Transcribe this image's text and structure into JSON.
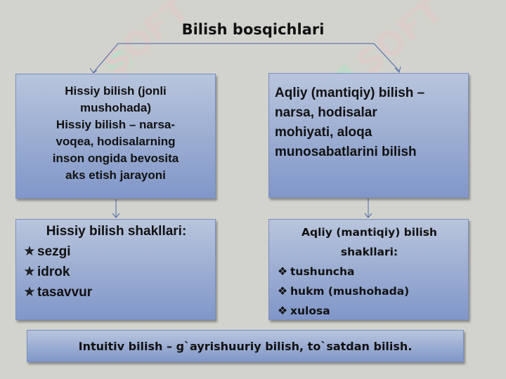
{
  "title": "Bilish bosqichlari",
  "boxes": {
    "top_left": {
      "lines": [
        "Hissiy bilish (jonli",
        "mushohada)",
        "Hissiy bilish – narsa-",
        "voqea, hodisalarning",
        "inson ongida bevosita",
        "aks etish jarayoni"
      ]
    },
    "top_right": {
      "lines": [
        "Aqliy (mantiqiy) bilish –",
        "narsa, hodisalar",
        "mohiyati, aloqa",
        "munosabatlarini bilish"
      ]
    },
    "bottom_left": {
      "heading": "Hissiy bilish shakllari:",
      "items": [
        "sezgi",
        "idrok",
        "tasavvur"
      ],
      "bullet": "✯"
    },
    "bottom_right": {
      "heading_line1": "Aqliy (mantiqiy) bilish",
      "heading_line2": "shakllari:",
      "items": [
        "tushuncha",
        "hukm (mushohada)",
        "xulosa"
      ],
      "bullet": "❖"
    },
    "bottom": {
      "text": "Intuitiv bilish – g`ayrishuuriy bilish, to`satdan bilish."
    }
  },
  "watermark": {
    "text": "SOFT",
    "icon": "soft-logo-icon"
  },
  "colors": {
    "background": "#d3d3ce",
    "box_top": "#b9c5dd",
    "box_bottom": "#8097c9",
    "connector": "#4a67a8"
  }
}
